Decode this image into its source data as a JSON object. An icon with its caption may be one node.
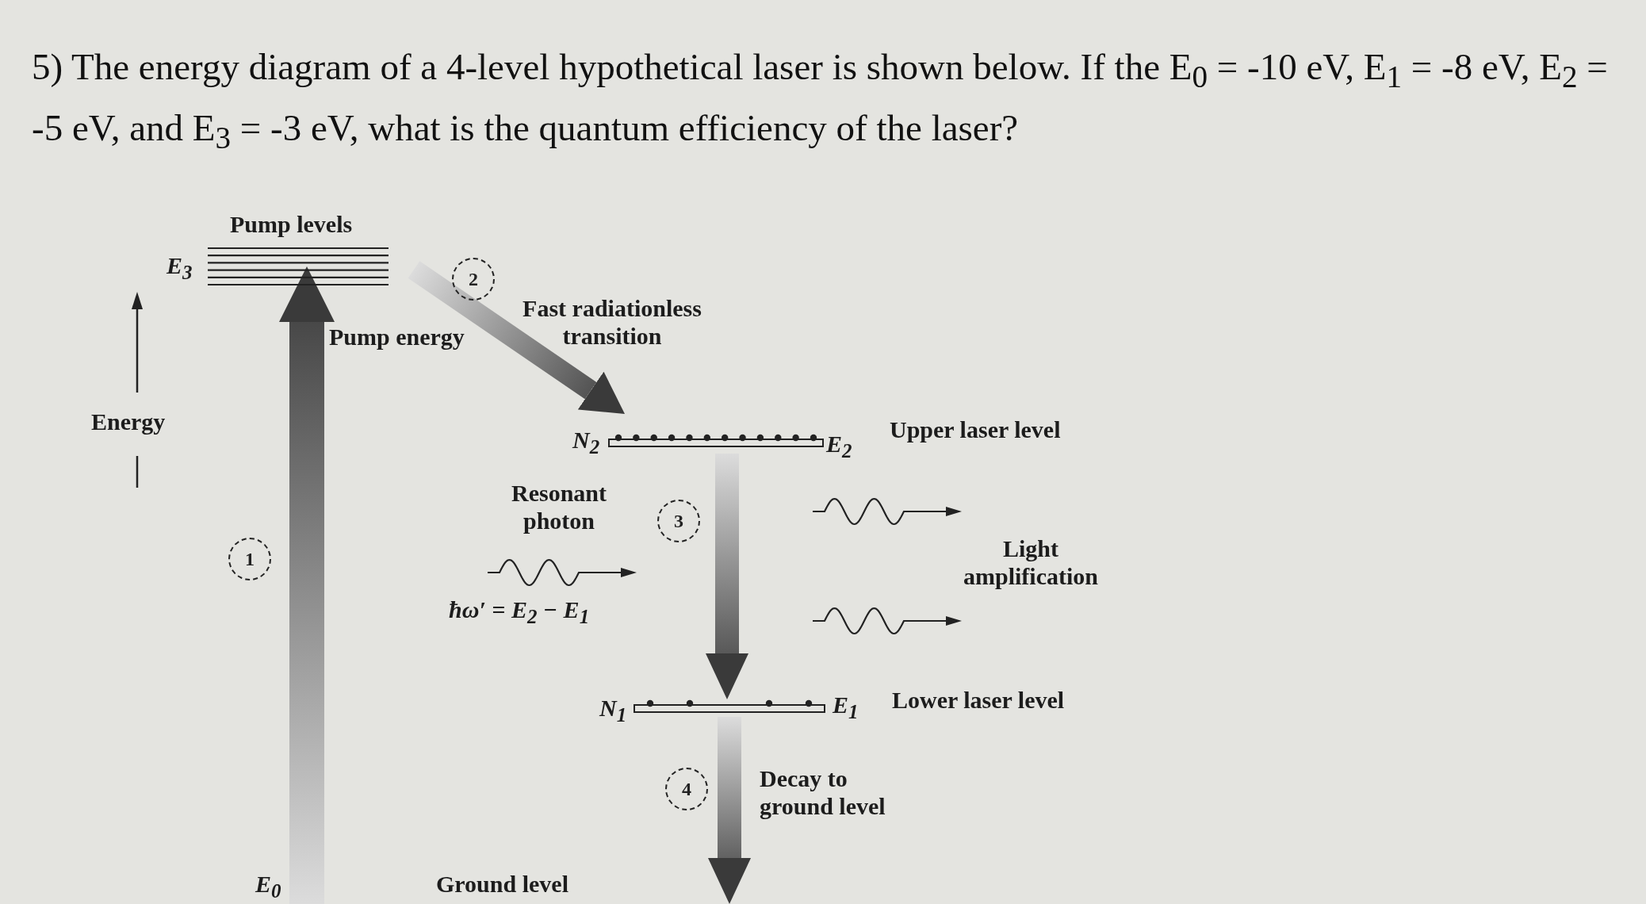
{
  "diagram": {
    "title": "5) The energy diagram of a 4-level hypothetical laser is shown below. If the E$_{0}$ = -10 eV, E$_{1}$ = -8 eV, E$_{2}$ = -5 eV, and E$_{3}$ = -3 eV, what is the quantum efficiency of the laser?",
    "nodes": [
      {
        "text": [
          "Pump levels",
          "E$_{3}$"
        ]
      },
      {
        "text": [
          "N$_{2}$",
          "E$_{2}$",
          "Upper laser level"
        ]
      },
      {
        "text": [
          "N$_{1}$",
          "E$_{1}$",
          "Lower laser level"
        ]
      },
      {
        "text": [
          "E$_{0}$",
          "Ground level"
        ]
      }
    ],
    "edges": [
      {
        "from": 3,
        "to": 0,
        "arrow": "to",
        "label": "Pump energy"
      },
      {
        "from": 0,
        "to": 1,
        "arrow": "to",
        "label": "Fast radiationless transition"
      },
      {
        "from": 1,
        "to": 2,
        "arrow": "to"
      },
      {
        "from": 2,
        "to": null,
        "arrow": "to",
        "label": "Decay to ground level"
      }
    ],
    "labels": [
      "2",
      "Energy",
      "Resonant photon",
      "3",
      "1",
      "ħω′ = E$_{2}$ − E$_{1}$",
      "Light amplification",
      "4"
    ]
  }
}
